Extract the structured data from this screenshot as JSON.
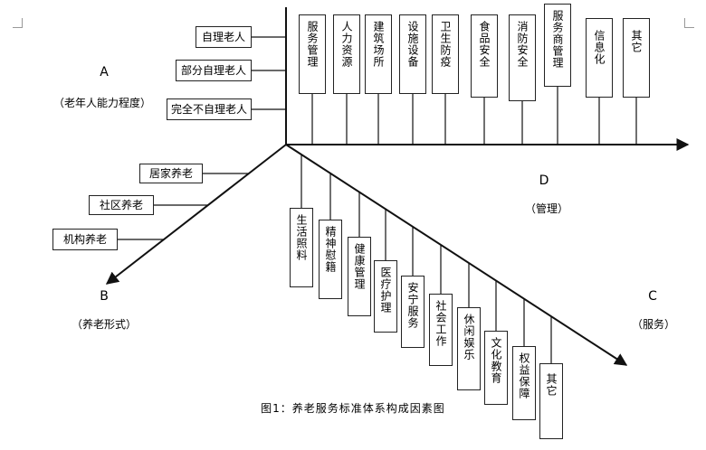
{
  "axis_a": {
    "letter": "A",
    "label": "（老年人能力程度）"
  },
  "axis_b": {
    "letter": "B",
    "label": "（养老形式）"
  },
  "axis_c": {
    "letter": "C",
    "label": "（服务）"
  },
  "axis_d": {
    "letter": "D",
    "label": "（管理）"
  },
  "ability_levels": [
    "自理老人",
    "部分自理老人",
    "完全不自理老人"
  ],
  "care_forms": [
    "居家养老",
    "社区养老",
    "机构养老"
  ],
  "management_items": [
    "服务管理",
    "人力资源",
    "建筑场所",
    "设施设备",
    "卫生防疫",
    "食品安全",
    "消防安全",
    "服务商管理",
    "信息化",
    "其它"
  ],
  "service_items": [
    "生活照料",
    "精神慰籍",
    "健康管理",
    "医疗护理",
    "安宁服务",
    "社会工作",
    "休闲娱乐",
    "文化教育",
    "权益保障",
    "其它"
  ],
  "caption": "图1：养老服务标准体系构成因素图"
}
